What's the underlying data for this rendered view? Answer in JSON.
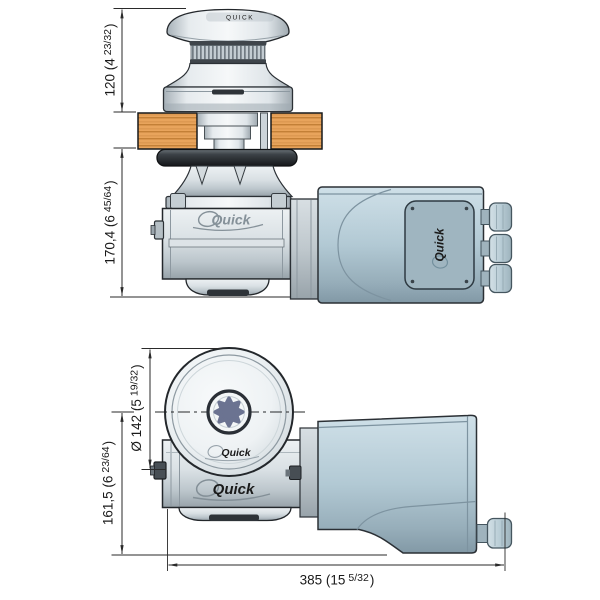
{
  "drawing": {
    "type": "windlass-dimensional-diagram",
    "brand": {
      "logo": "Quick",
      "cap_badge": "QUICK"
    },
    "dims": {
      "height_above_deck": {
        "main": "120 (4",
        "frac": "23/32",
        "close": ")"
      },
      "height_below_deck": {
        "main": "170,4 (6",
        "frac": "45/64",
        "close": ")"
      },
      "drum_diameter": {
        "main": "Ø 142 (5",
        "frac": "19/32",
        "close": ")"
      },
      "height_below_centerline": {
        "main": "161,5 (6",
        "frac": "23/64",
        "close": ")"
      },
      "overall_length": {
        "main": "385 (15",
        "frac": "5/32",
        "close": ")"
      }
    },
    "colors": {
      "deck_wood": "#e8a45c",
      "wood_grain": "#bf7c33",
      "metal_light": "#eef2f4",
      "metal_dark": "#9aa5ac",
      "motor_housing_blue": "#b2c9d4",
      "flange_black": "#17191a",
      "drive_socket_star": "#6b7391",
      "dimension_line": "#2a2a2a"
    }
  }
}
